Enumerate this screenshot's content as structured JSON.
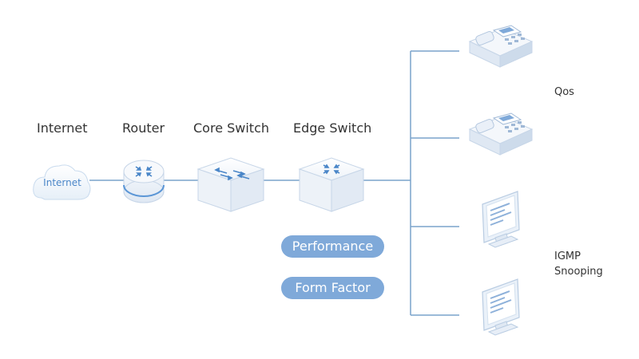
{
  "labels": {
    "internet": "Internet",
    "router": "Router",
    "core_switch": "Core Switch",
    "edge_switch": "Edge Switch"
  },
  "cloud_text": "Internet",
  "features": {
    "performance": "Performance",
    "form_factor": "Form Factor"
  },
  "side_labels": {
    "qos": "Qos",
    "igmp_line1": "IGMP",
    "igmp_line2": "Snooping"
  },
  "colors": {
    "line": "#7aa3cc",
    "accent": "#4a86c8",
    "pill": "#7fa9d9"
  }
}
